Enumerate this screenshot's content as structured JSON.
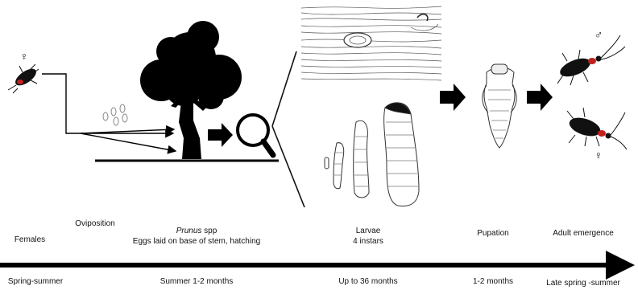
{
  "stages": {
    "females": "Females",
    "oviposition": "Oviposition",
    "host_genus": "Prunus",
    "host_suffix": " spp",
    "eggs": "Eggs laid on base of stem, hatching",
    "larvae": "Larvae",
    "instars": "4 instars",
    "pupation": "Pupation",
    "adult": "Adult emergence"
  },
  "timeline": {
    "t1": "Spring-summer",
    "t2": "Summer 1-2 months",
    "t3": "Up to 36 months",
    "t4": "1-2 months",
    "t5": "Late spring -summer"
  },
  "symbols": {
    "female": "♀",
    "male": "♂"
  }
}
